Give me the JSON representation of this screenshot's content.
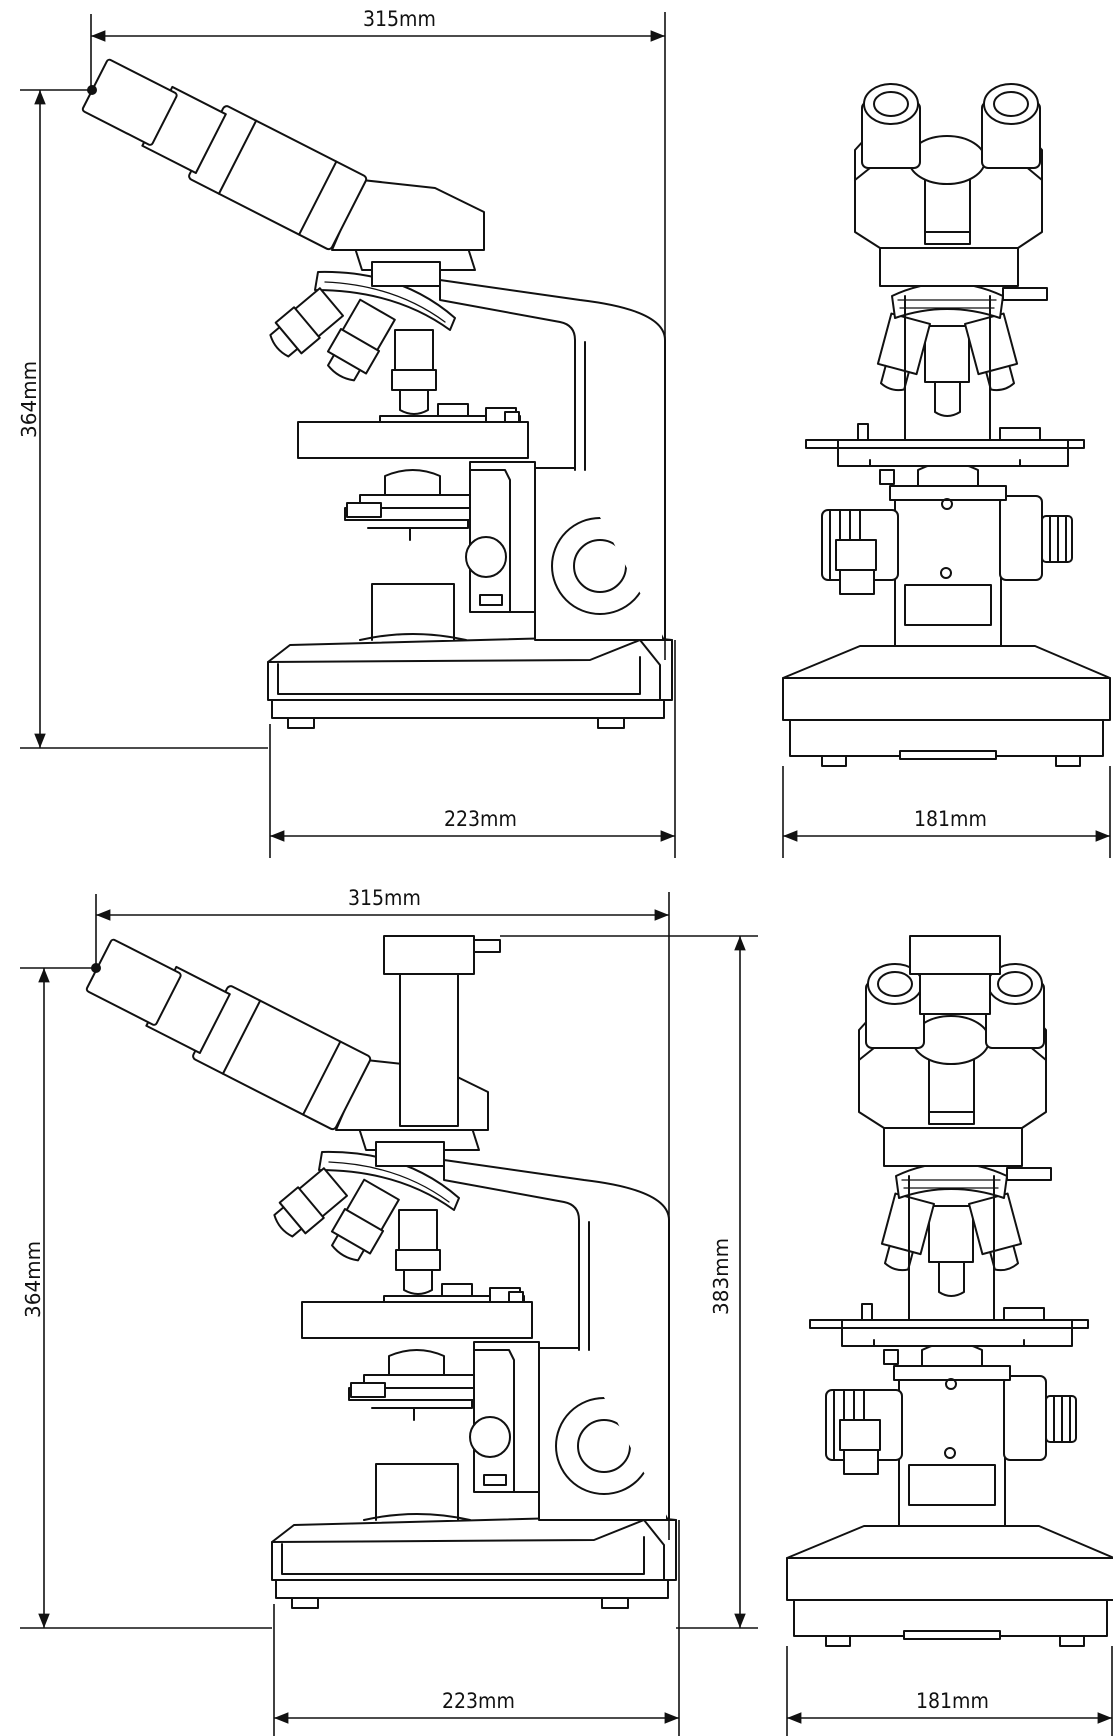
{
  "colors": {
    "line": "#111111",
    "background": "#ffffff"
  },
  "views": [
    {
      "id": "top-binocular",
      "dimensions": {
        "overall_width": "315mm",
        "height": "364mm",
        "base_depth": "223mm",
        "front_width": "181mm"
      }
    },
    {
      "id": "bottom-trinocular",
      "dimensions": {
        "overall_width": "315mm",
        "height": "364mm",
        "trinocular_height": "383mm",
        "base_depth": "223mm",
        "front_width": "181mm"
      }
    }
  ]
}
